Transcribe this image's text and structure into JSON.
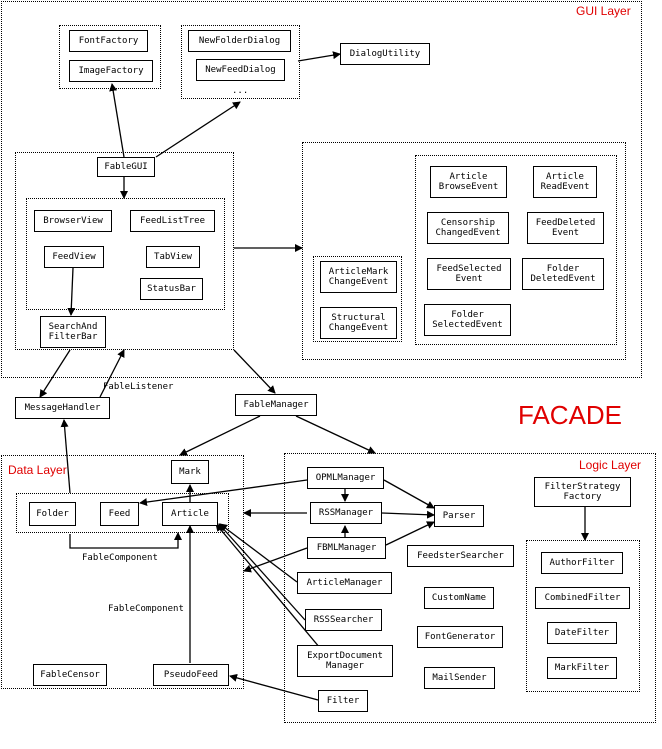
{
  "layers": {
    "gui": "GUI Layer",
    "data": "Data Layer",
    "logic": "Logic Layer",
    "facade": "FACADE"
  },
  "gui": {
    "font_factory": "FontFactory",
    "image_factory": "ImageFactory",
    "new_folder_dialog": "NewFolderDialog",
    "new_feed_dialog": "NewFeedDialog",
    "dialog_ellipsis": "...",
    "dialog_utility": "DialogUtility",
    "fable_gui": "FableGUI",
    "browser_view": "BrowserView",
    "feed_list_tree": "FeedListTree",
    "feed_view": "FeedView",
    "tab_view": "TabView",
    "status_bar": "StatusBar",
    "search_filter_bar": "SearchAnd\nFilterBar"
  },
  "events": {
    "article_browse": "Article\nBrowseEvent",
    "article_read": "Article\nReadEvent",
    "censorship_changed": "Censorship\nChangedEvent",
    "feed_deleted": "FeedDeleted\nEvent",
    "feed_selected": "FeedSelected\nEvent",
    "folder_deleted": "Folder\nDeletedEvent",
    "folder_selected": "Folder\nSelectedEvent",
    "article_mark_change": "ArticleMark\nChangeEvent",
    "structural_change": "Structural\nChangeEvent"
  },
  "facade": {
    "message_handler": "MessageHandler",
    "fable_listener": "FableListener",
    "fable_manager": "FableManager"
  },
  "data": {
    "mark": "Mark",
    "folder": "Folder",
    "feed": "Feed",
    "article": "Article",
    "fable_component_1": "FableComponent",
    "fable_component_2": "FableComponent",
    "fable_censor": "FableCensor",
    "pseudo_feed": "PseudoFeed"
  },
  "logic": {
    "opml_manager": "OPMLManager",
    "rss_manager": "RSSManager",
    "fbml_manager": "FBMLManager",
    "parser": "Parser",
    "feedster_searcher": "FeedsterSearcher",
    "article_manager": "ArticleManager",
    "custom_name": "CustomName",
    "rss_searcher": "RSSSearcher",
    "font_generator": "FontGenerator",
    "export_document_manager": "ExportDocument\nManager",
    "mail_sender": "MailSender",
    "filter": "Filter",
    "filter_strategy_factory": "FilterStrategy\nFactory",
    "author_filter": "AuthorFilter",
    "combined_filter": "CombinedFilter",
    "date_filter": "DateFilter",
    "mark_filter": "MarkFilter"
  }
}
